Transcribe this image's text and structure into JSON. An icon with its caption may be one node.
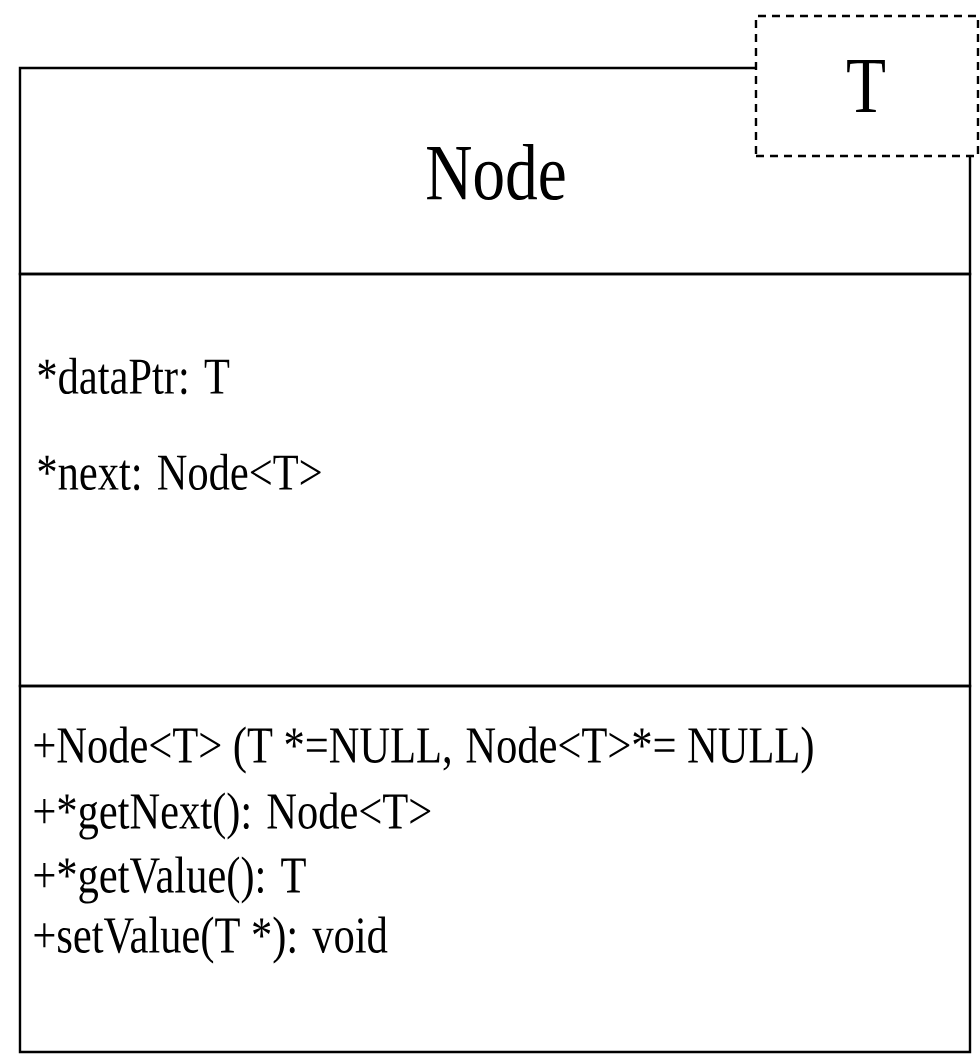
{
  "diagram": {
    "nodes": [
      {
        "text": [
          "Node"
        ]
      },
      {
        "text": [
          "*dataPtr: T",
          "*next: Node<T>"
        ]
      },
      {
        "text": [
          "+Node<T> (T *=NULL,",
          "Node<T>*= NULL)",
          "+*getNext(): Node<T>",
          "+*getValue(): T",
          "+setValue(T *): void"
        ]
      },
      {
        "text": [
          "T"
        ]
      }
    ]
  }
}
